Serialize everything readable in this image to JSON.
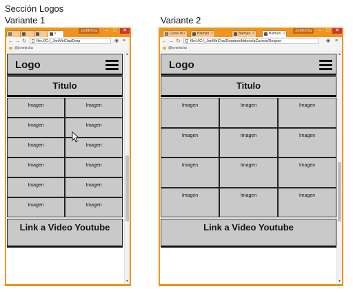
{
  "slide": {
    "section_title": "Sección Logos",
    "variant1_label": "Variante 1",
    "variant2_label": "Variante 2"
  },
  "browser1": {
    "user_label": "JonMirCha",
    "tabs": [
      {
        "label": "",
        "favicon": "y-favicon"
      },
      {
        "label": "",
        "favicon": "batman-favicon"
      },
      {
        "label": "",
        "favicon": "batman-favicon"
      },
      {
        "label": "x",
        "favicon": "batman-favicon",
        "active": true
      }
    ],
    "url": "file:///C:/_JonMirCha/Drop",
    "bookmark": "@jonmircha",
    "page": {
      "logo": "Logo",
      "title": "Titulo",
      "image_label": "Imagen",
      "image_count": 12,
      "columns": 2,
      "link": "Link a Video Youtube"
    },
    "scroll_position": 0.55
  },
  "browser2": {
    "user_label": "JonMirCha",
    "tabs": [
      {
        "label": "Curso W",
        "favicon": "y-favicon"
      },
      {
        "label": "Batman",
        "favicon": "batman-favicon"
      },
      {
        "label": "Batman",
        "favicon": "batman-favicon"
      },
      {
        "label": "Batman",
        "favicon": "batman-favicon",
        "active": true
      }
    ],
    "url": "file:///C:/_JonMirCha/Dropbox/htdocs/aCursos/Respon",
    "bookmark": "@jonmircha",
    "page": {
      "logo": "Logo",
      "title": "Titulo",
      "image_label": "Imagen",
      "image_count": 12,
      "columns": 3,
      "link": "Link a Video Youtube"
    },
    "scroll_position": 0.6
  },
  "window_controls": {
    "minimize": "–",
    "maximize": "□",
    "close": "✕"
  },
  "colors": {
    "browser_frame": "#f0941e",
    "block_gray": "#c9c9c9",
    "border": "#222222"
  }
}
